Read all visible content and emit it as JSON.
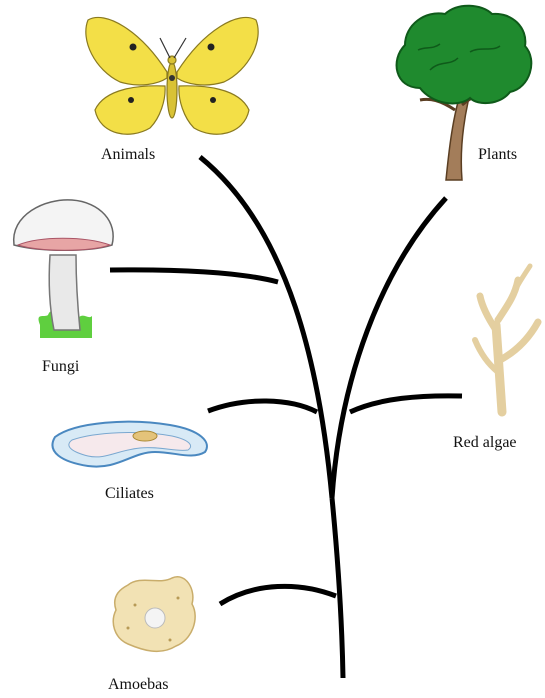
{
  "tree": {
    "taxa": [
      {
        "id": "animals",
        "label": "Animals",
        "icon": "butterfly-icon"
      },
      {
        "id": "plants",
        "label": "Plants",
        "icon": "tree-icon"
      },
      {
        "id": "fungi",
        "label": "Fungi",
        "icon": "mushroom-icon"
      },
      {
        "id": "red_algae",
        "label": "Red algae",
        "icon": "red-algae-icon"
      },
      {
        "id": "ciliates",
        "label": "Ciliates",
        "icon": "ciliate-icon"
      },
      {
        "id": "amoebas",
        "label": "Amoebas",
        "icon": "amoeba-icon"
      }
    ]
  }
}
